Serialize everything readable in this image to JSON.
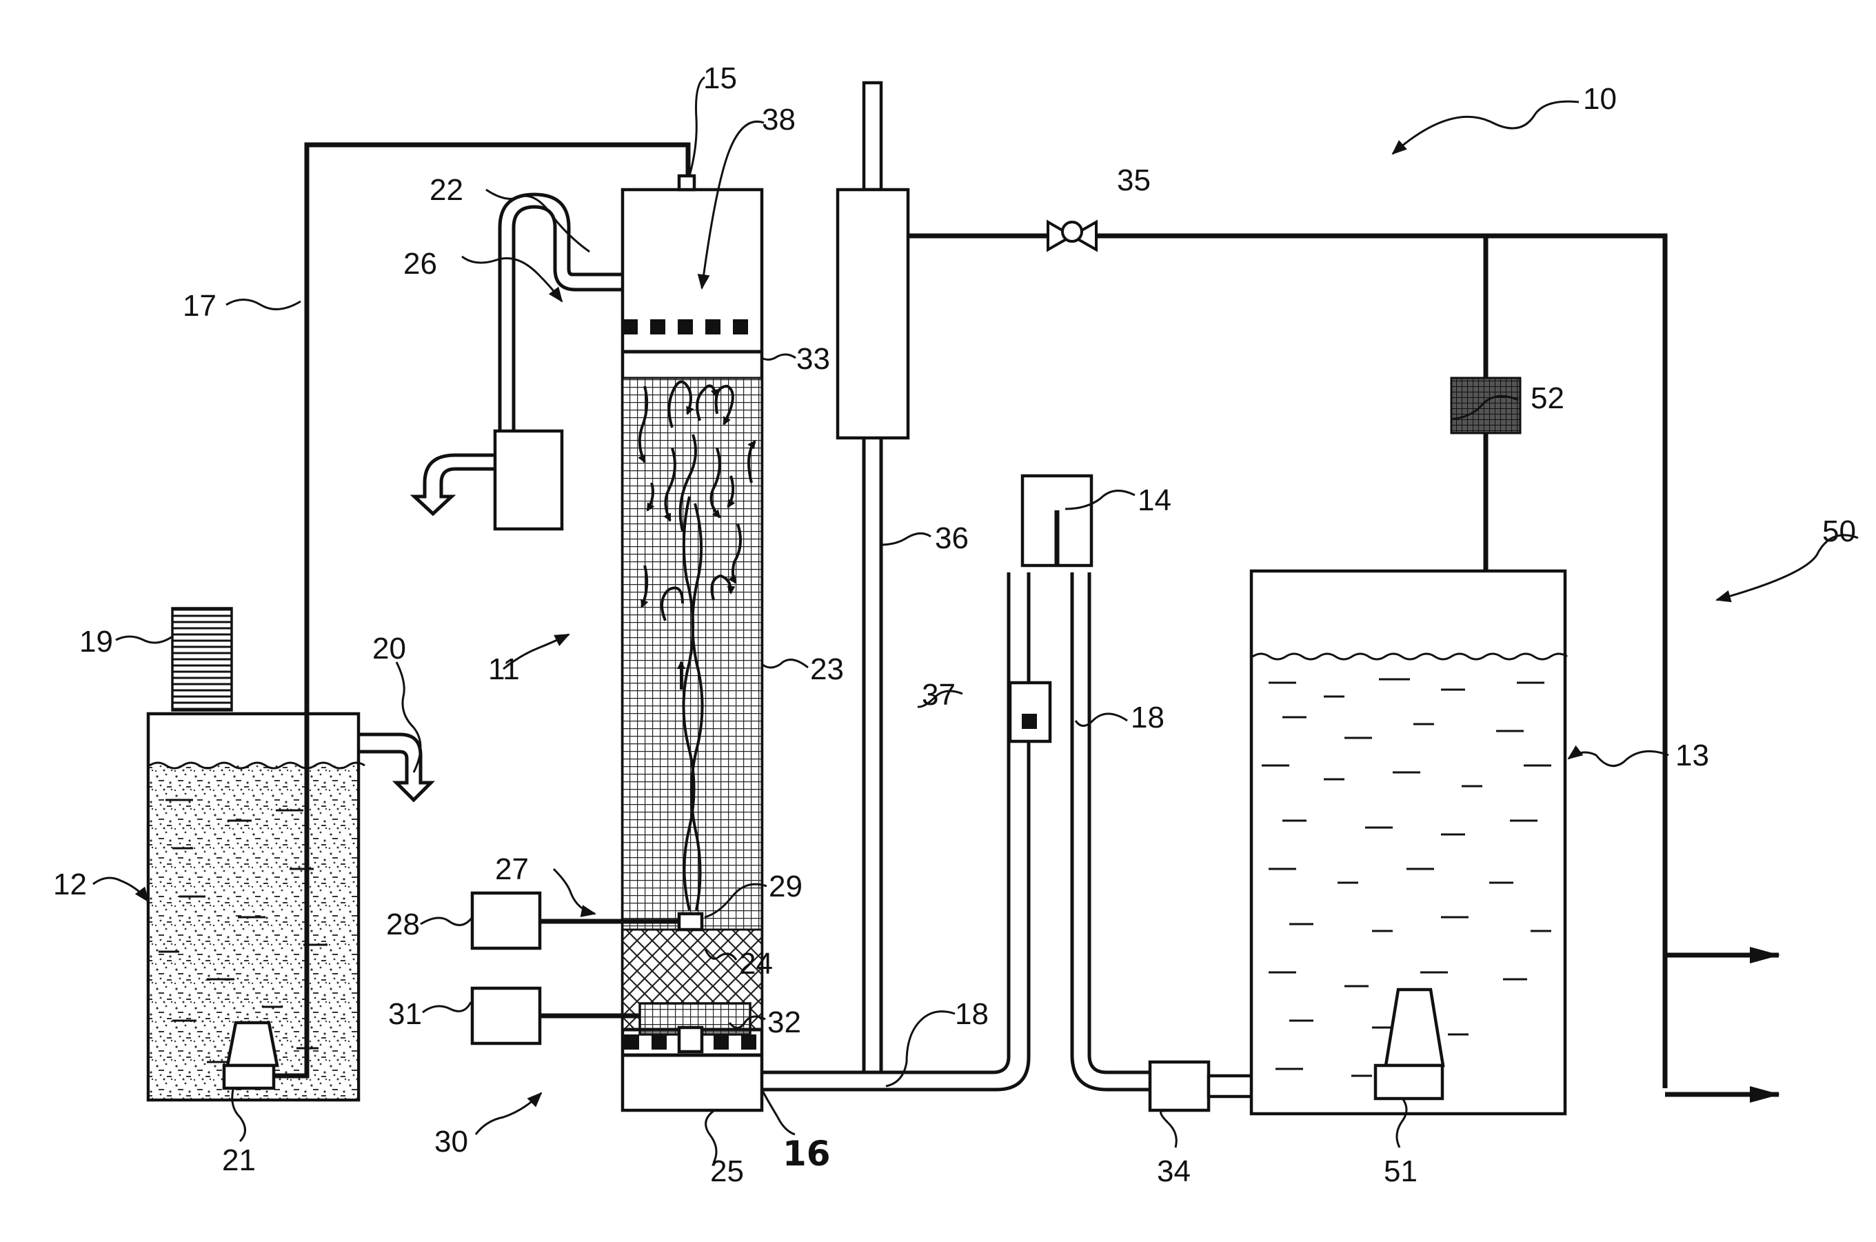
{
  "figure": {
    "reference_numerals": {
      "system": "10",
      "reactor": "11",
      "feed_tank": "12",
      "effluent_tank": "13",
      "level_box": "14",
      "inlet": "15",
      "outlet": "16",
      "feed_line": "17",
      "return_line": "18",
      "return_line_top": "18",
      "mixer": "19",
      "overflow": "20",
      "feed_pump": "21",
      "top_chamber": "22",
      "bed_upper": "23",
      "bed_lower": "24",
      "bottom_chamber": "25",
      "gas_vent": "26",
      "aeration_system": "27",
      "air_source": "28",
      "diffuser": "29",
      "second_aeration": "30",
      "second_source": "31",
      "grid_diffuser": "32",
      "headspace": "33",
      "return_pump": "34",
      "valve": "35",
      "standpipe": "36",
      "sensor": "37",
      "distributor": "38",
      "recycle_system": "50",
      "recycle_pump": "51",
      "filter": "52"
    }
  }
}
